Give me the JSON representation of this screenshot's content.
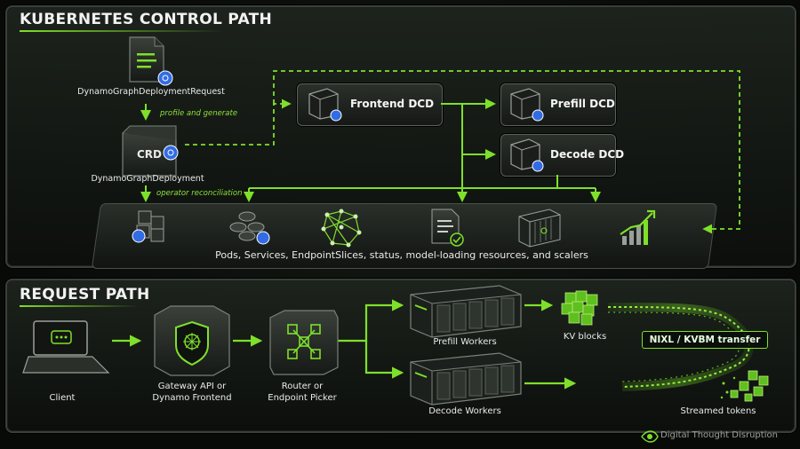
{
  "control_path": {
    "title": "KUBERNETES CONTROL PATH",
    "request_label": "DynamoGraphDeploymentRequest",
    "profile_label": "profile and generate",
    "crd_text": "CRD",
    "deployment_label": "DynamoGraphDeployment",
    "reconcile_label": "operator reconciliation",
    "frontend_dcd": "Frontend DCD",
    "prefill_dcd": "Prefill DCD",
    "decode_dcd": "Decode DCD",
    "resources_label": "Pods, Services, EndpointSlices, status, model-loading resources, and scalers"
  },
  "request_path": {
    "title": "REQUEST PATH",
    "client_label": "Client",
    "gateway_label_1": "Gateway API or",
    "gateway_label_2": "Dynamo Frontend",
    "router_label_1": "Router or",
    "router_label_2": "Endpoint Picker",
    "prefill_workers": "Prefill Workers",
    "decode_workers": "Decode Workers",
    "kv_blocks": "KV blocks",
    "transfer_label": "NIXL / KVBM transfer",
    "streamed_tokens": "Streamed tokens"
  },
  "watermark": "Digital Thought Disruption",
  "colors": {
    "accent": "#7ee02a",
    "k8s_blue": "#326ce5",
    "panel": "#1a1f1a"
  },
  "icons": [
    "document-icon",
    "kubernetes-icon",
    "crd-cube-icon",
    "chip-icon",
    "cubes-icon",
    "pods-icon",
    "network-icon",
    "status-document-icon",
    "container-icon",
    "growth-chart-icon",
    "laptop-chat-icon",
    "shield-gateway-icon",
    "router-icon",
    "server-rack-icon",
    "kv-cubes-icon",
    "token-cubes-icon",
    "nvidia-eye-icon"
  ]
}
